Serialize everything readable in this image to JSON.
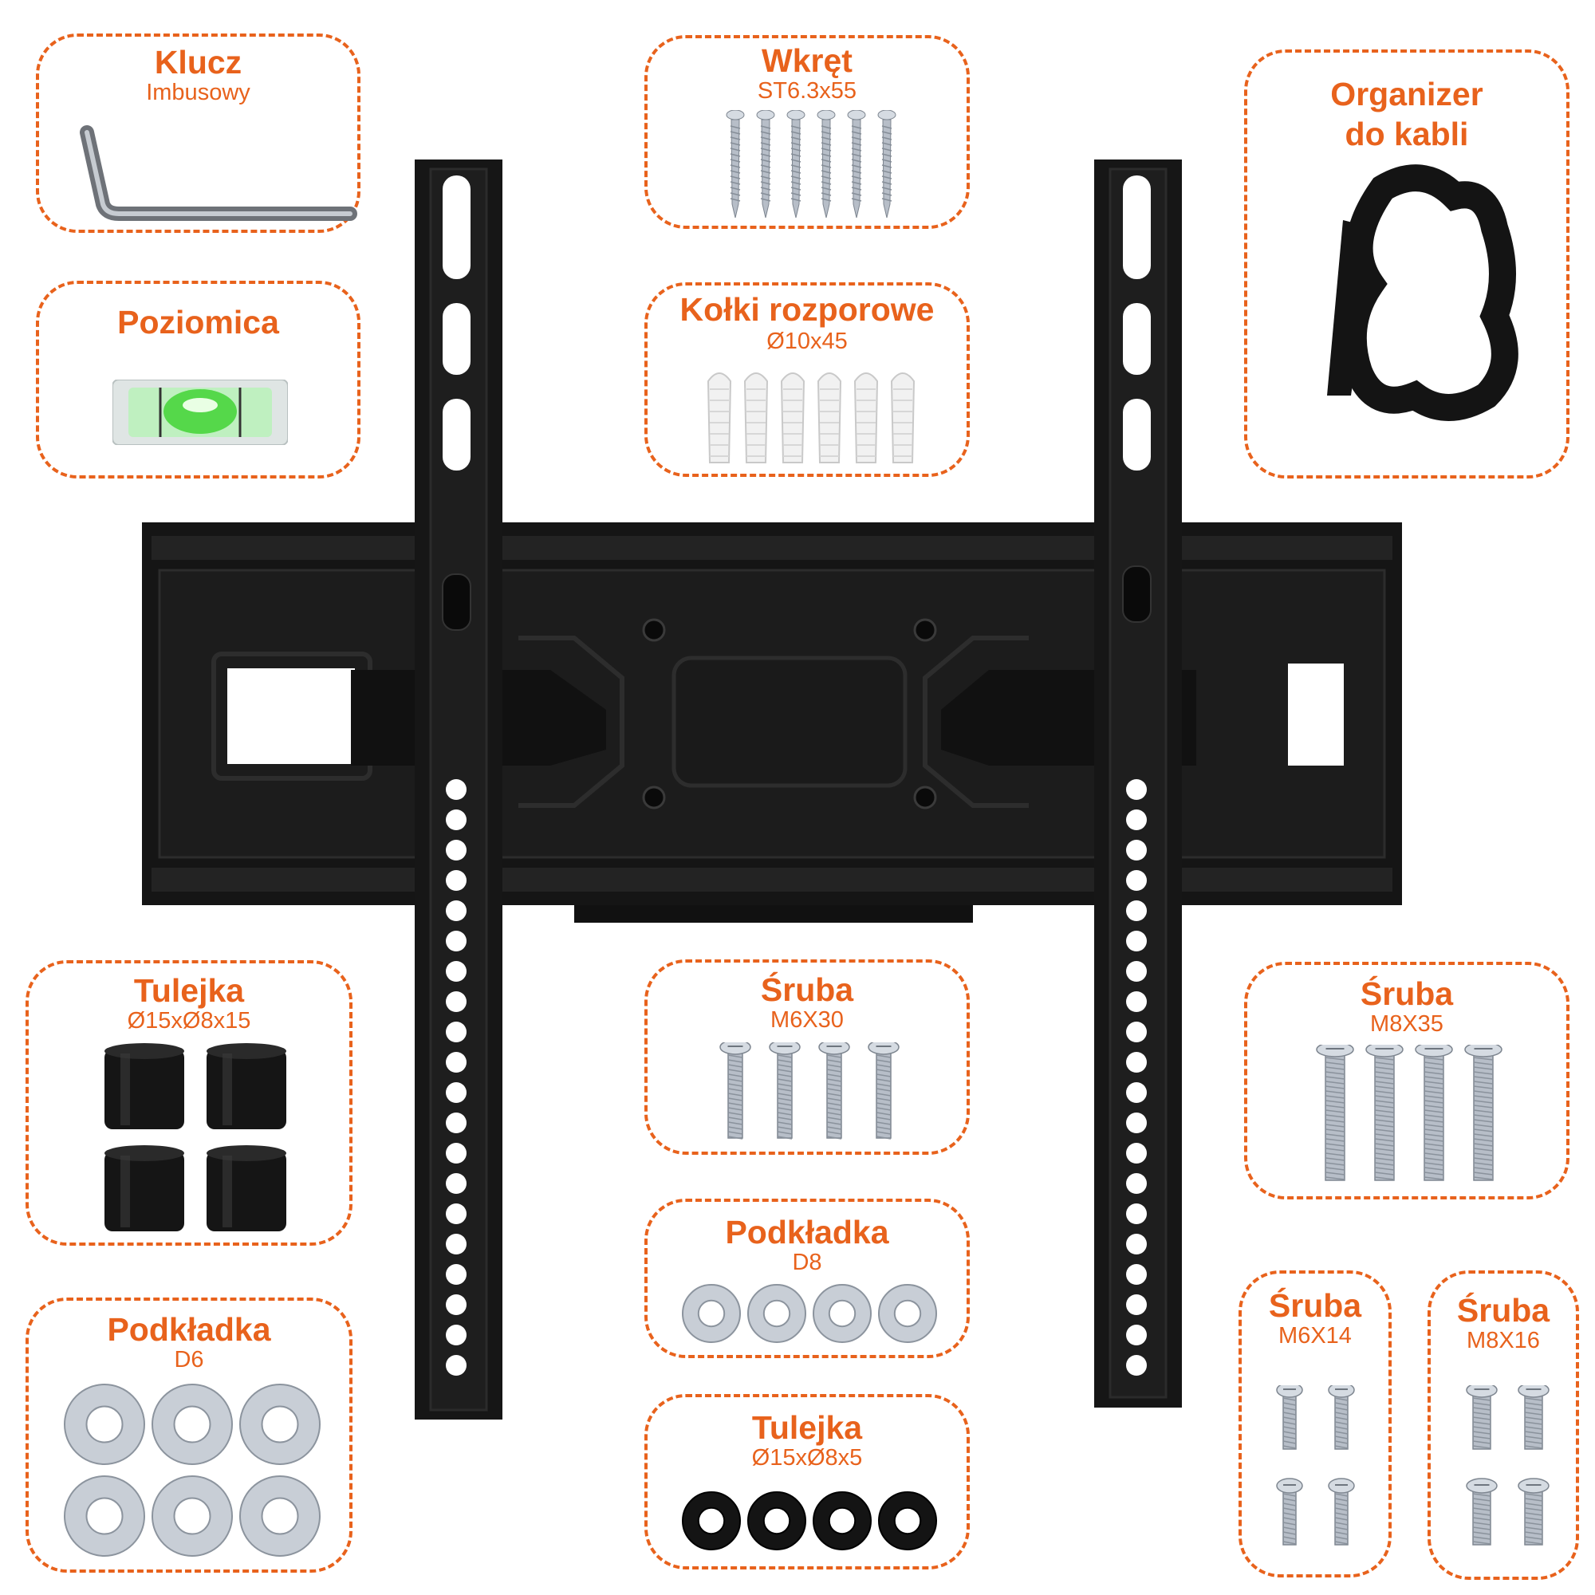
{
  "colors": {
    "accent": "#e8621c",
    "metal": "#1b1b1b",
    "zinc": "#bcc3cc"
  },
  "items": {
    "allen_key": {
      "title": "Klucz",
      "subtitle": "Imbusowy"
    },
    "screw_st": {
      "title": "Wkręt",
      "subtitle": "ST6.3x55"
    },
    "cable_organizer": {
      "title_line1": "Organizer",
      "title_line2": "do kabli"
    },
    "level": {
      "title": "Poziomica"
    },
    "wall_plugs": {
      "title": "Kołki rozporowe",
      "subtitle": "Ø10x45"
    },
    "spacer_long": {
      "title": "Tulejka",
      "subtitle": "Ø15xØ8x15"
    },
    "bolt_m6x30": {
      "title": "Śruba",
      "subtitle": "M6X30"
    },
    "bolt_m8x35": {
      "title": "Śruba",
      "subtitle": "M8X35"
    },
    "washer_d8": {
      "title": "Podkładka",
      "subtitle": "D8"
    },
    "washer_d6": {
      "title": "Podkładka",
      "subtitle": "D6"
    },
    "spacer_short": {
      "title": "Tulejka",
      "subtitle": "Ø15xØ8x5"
    },
    "bolt_m6x14": {
      "title": "Śruba",
      "subtitle": "M6X14"
    },
    "bolt_m8x16": {
      "title": "Śruba",
      "subtitle": "M8X16"
    }
  }
}
